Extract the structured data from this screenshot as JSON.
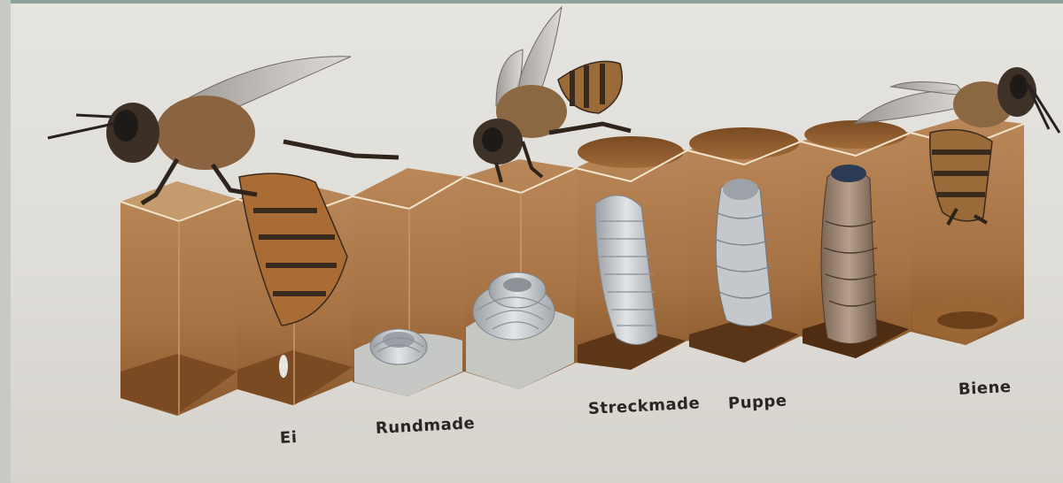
{
  "labels": {
    "ei": "Ei",
    "rundmade": "Rundmade",
    "streckmade": "Streckmade",
    "puppe": "Puppe",
    "biene": "Biene"
  },
  "colors": {
    "background": "#e0ddd8",
    "cell_wall": "#b8834f",
    "cell_dark": "#7a4a22",
    "cell_rim": "#f0e6cf",
    "larva": "#c9ccd0",
    "bee_body": "#9a6a38",
    "bee_stripe": "#3a2a1e"
  },
  "icons": [
    "worker-bee-icon",
    "bee-on-cell-icon",
    "emerging-bee-icon",
    "egg-icon",
    "round-larva-icon",
    "stretched-larva-icon",
    "pupa-icon"
  ]
}
